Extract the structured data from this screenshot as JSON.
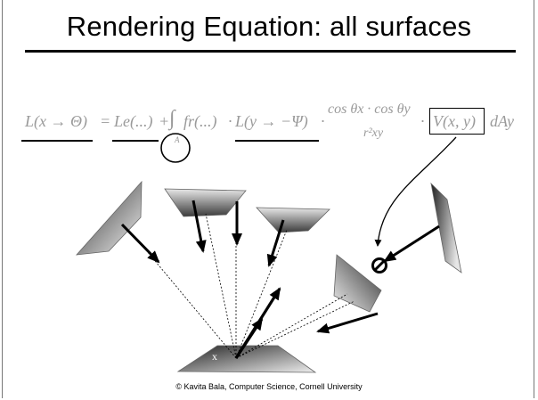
{
  "slide": {
    "title": "Rendering Equation: all surfaces",
    "footer": "© Kavita Bala, Computer Science, Cornell University"
  },
  "equation": {
    "lhs": "L(x → Θ)",
    "eq": "=",
    "le": "Le(...)",
    "plus": "+",
    "integral": "∫",
    "domain": "A",
    "fr": "fr(...)",
    "dot1": "·",
    "l_incoming": "L(y → −Ψ)",
    "dot2": "·",
    "numerator": "cos θx · cos θy",
    "denominator": "r²xy",
    "dot3": "·",
    "visibility": "V(x, y)",
    "differential": "dAy"
  },
  "diagram": {
    "point_label": "x",
    "blocked_symbol": "⊘"
  }
}
